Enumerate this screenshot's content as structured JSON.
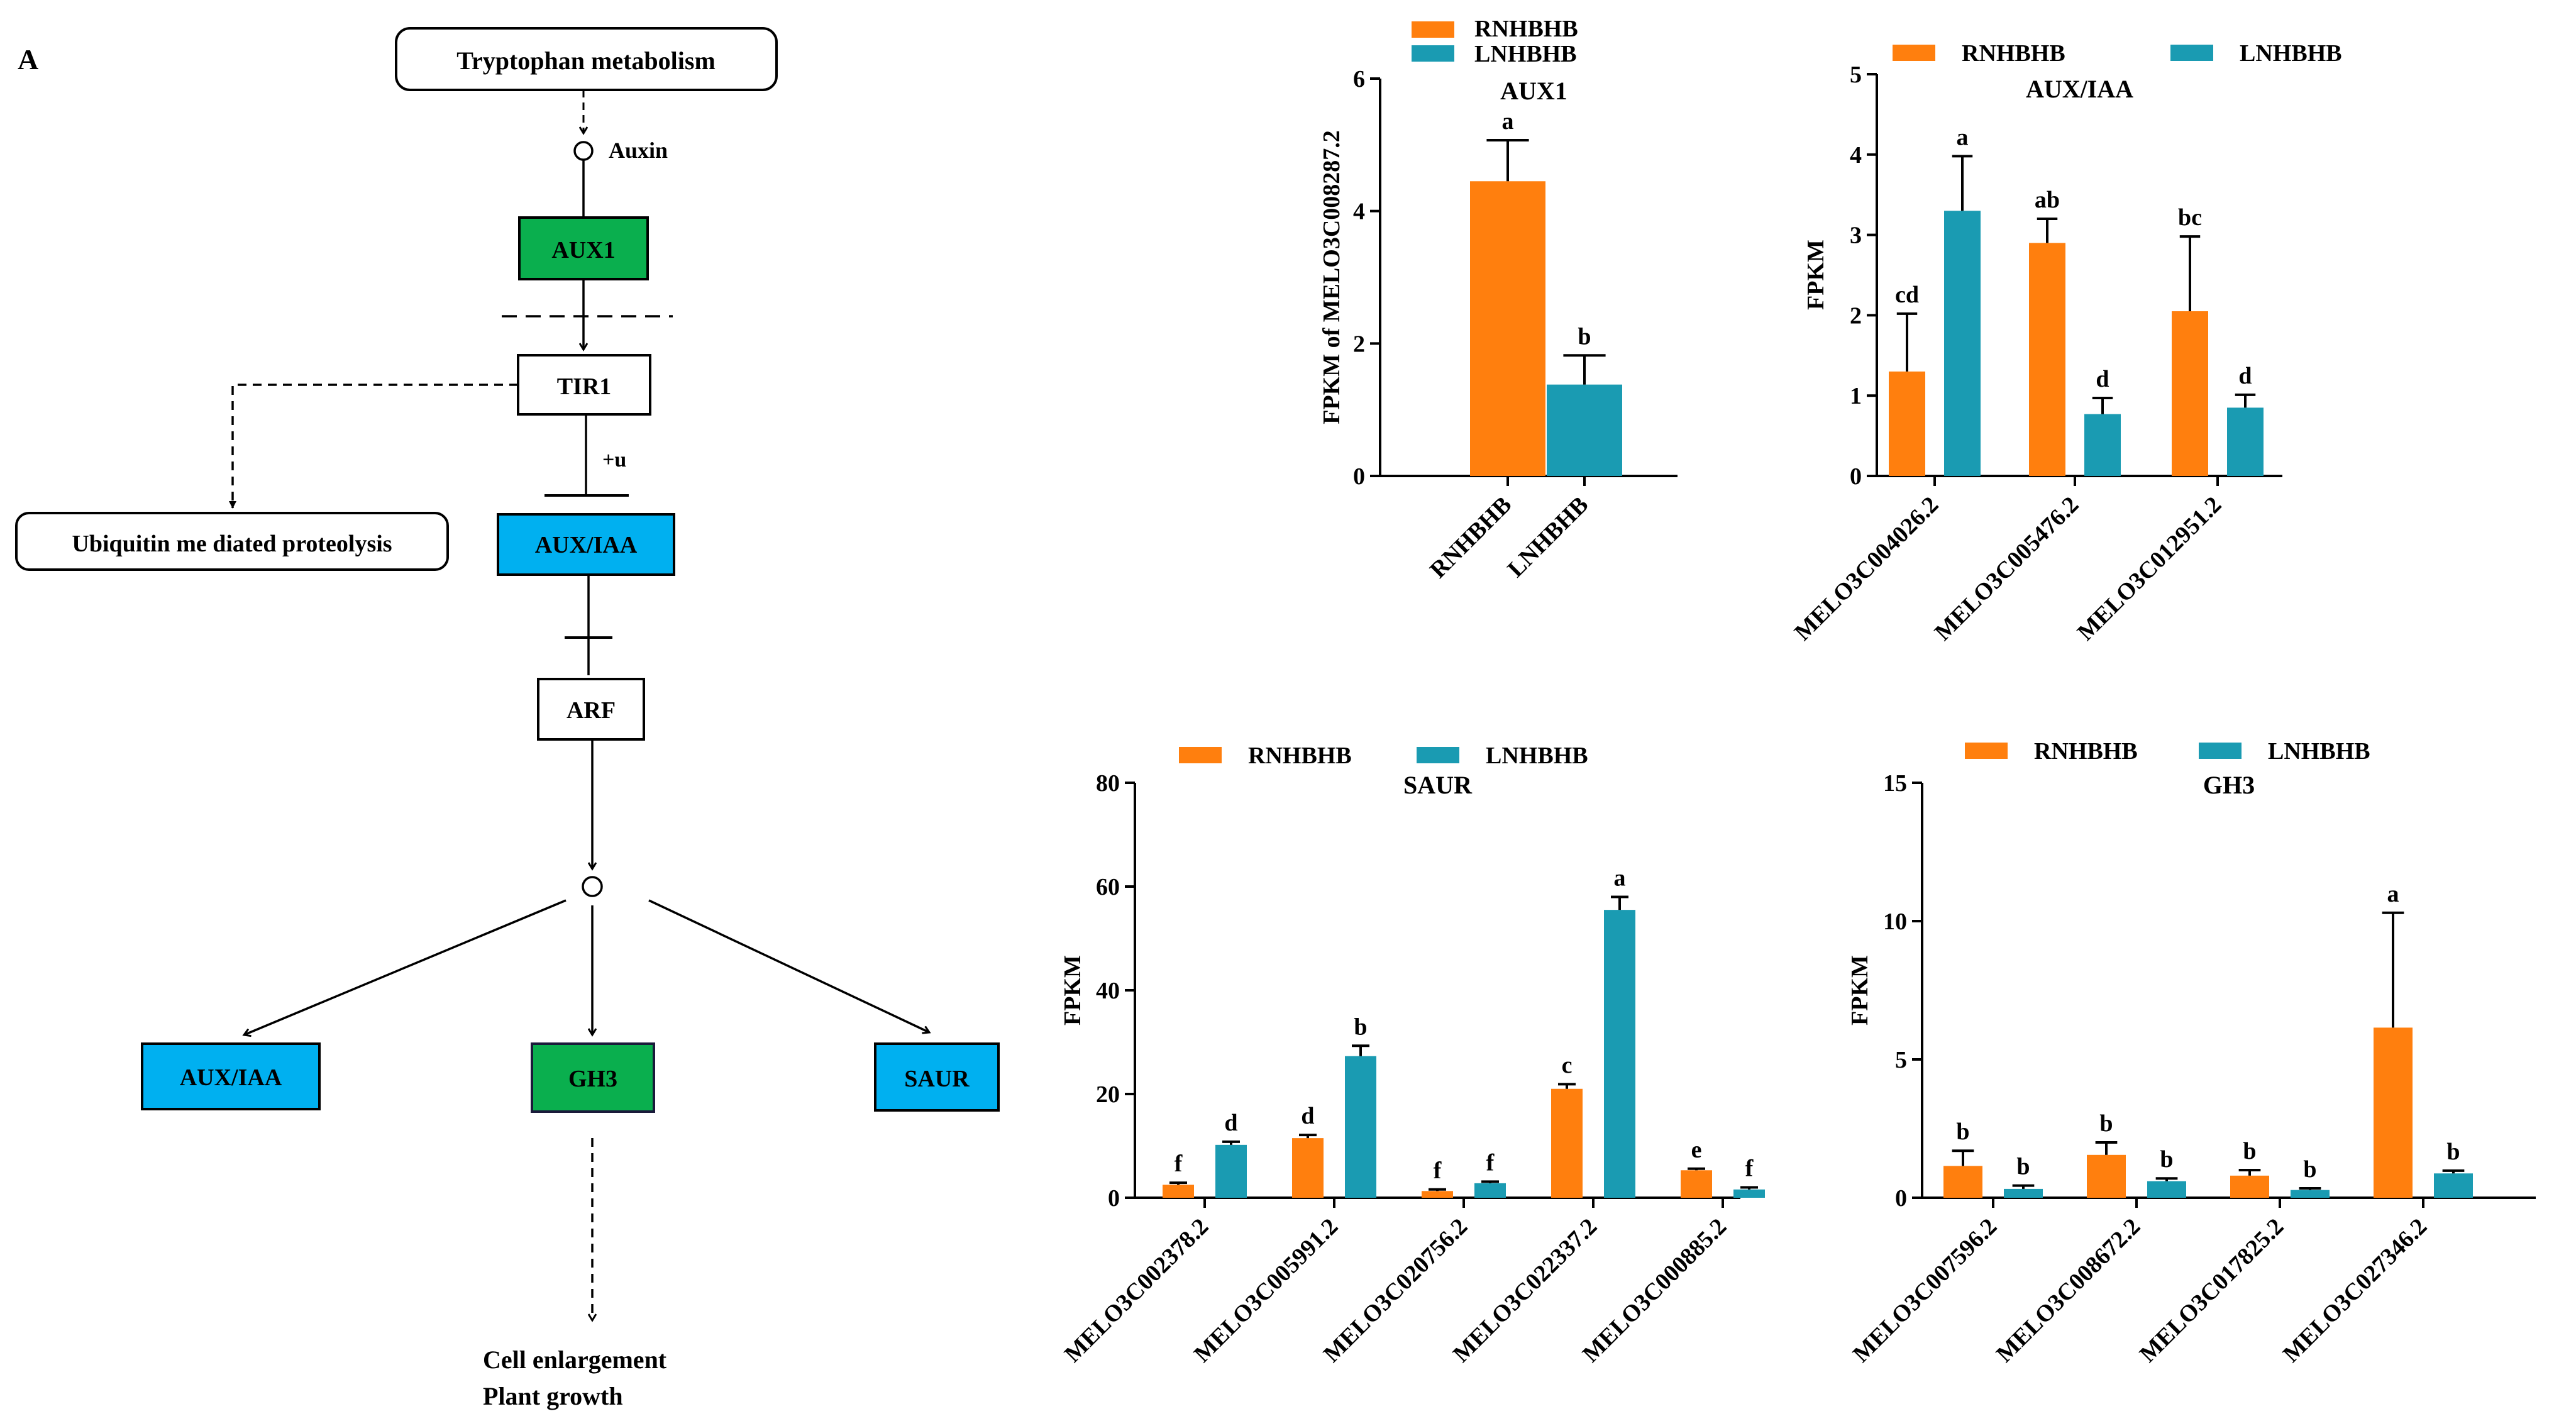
{
  "panel_label": "A",
  "colors": {
    "rnhbhb": "#FF7F0E",
    "lnhbhb": "#1A9BB2",
    "green_box": "#0AAF4E",
    "blue_box": "#00B0F0"
  },
  "diagram": {
    "tryptophan": "Tryptophan metabolism",
    "auxin": "Auxin",
    "aux1": "AUX1",
    "tir1": "TIR1",
    "ubiquitin": "Ubiquitin me diated proteolysis",
    "plus_u": "+u",
    "auxiaa": "AUX/IAA",
    "arf": "ARF",
    "out_auxiaa": "AUX/IAA",
    "out_gh3": "GH3",
    "out_saur": "SAUR",
    "outcome_1": "Cell enlargement",
    "outcome_2": "Plant growth"
  },
  "chart_data": [
    {
      "type": "bar",
      "title": "AUX1",
      "ylabel": "FPKM of MELO3C008287.2",
      "categories": [
        "RNHBHB",
        "LNHBHB"
      ],
      "ylim": [
        0,
        6
      ],
      "yticks": [
        0,
        2,
        4,
        6
      ],
      "series": [
        {
          "name": "RNHBHB",
          "values": [
            4.45,
            null
          ],
          "errors": [
            0.62,
            null
          ],
          "letters": [
            "a",
            ""
          ]
        },
        {
          "name": "LNHBHB",
          "values": [
            null,
            1.38
          ],
          "errors": [
            null,
            0.44
          ],
          "letters": [
            "",
            "b"
          ]
        }
      ]
    },
    {
      "type": "bar",
      "title": "AUX/IAA",
      "ylabel": "FPKM",
      "categories": [
        "MELO3C004026.2",
        "MELO3C005476.2",
        "MELO3C012951.2"
      ],
      "ylim": [
        0,
        5
      ],
      "yticks": [
        0,
        1,
        2,
        3,
        4,
        5
      ],
      "series": [
        {
          "name": "RNHBHB",
          "values": [
            1.3,
            2.9,
            2.05
          ],
          "errors": [
            0.72,
            0.3,
            0.93
          ],
          "letters": [
            "cd",
            "ab",
            "bc"
          ]
        },
        {
          "name": "LNHBHB",
          "values": [
            3.3,
            0.77,
            0.85
          ],
          "errors": [
            0.68,
            0.2,
            0.16
          ],
          "letters": [
            "a",
            "d",
            "d"
          ]
        }
      ]
    },
    {
      "type": "bar",
      "title": "SAUR",
      "ylabel": "FPKM",
      "categories": [
        "MELO3C002378.2",
        "MELO3C005991.2",
        "MELO3C020756.2",
        "MELO3C022337.2",
        "MELO3C000885.2"
      ],
      "ylim": [
        0,
        80
      ],
      "yticks": [
        0,
        20,
        40,
        60,
        80
      ],
      "series": [
        {
          "name": "RNHBHB",
          "values": [
            2.5,
            11.5,
            1.3,
            21.0,
            5.3
          ],
          "errors": [
            0.4,
            0.6,
            0.3,
            0.9,
            0.3
          ],
          "letters": [
            "f",
            "d",
            "f",
            "c",
            "e"
          ]
        },
        {
          "name": "LNHBHB",
          "values": [
            10.2,
            27.3,
            2.8,
            55.5,
            1.6
          ],
          "errors": [
            0.6,
            2.0,
            0.3,
            2.5,
            0.4
          ],
          "letters": [
            "d",
            "b",
            "f",
            "a",
            "f"
          ]
        }
      ]
    },
    {
      "type": "bar",
      "title": "GH3",
      "ylabel": "FPKM",
      "categories": [
        "MELO3C007596.2",
        "MELO3C008672.2",
        "MELO3C017825.2",
        "MELO3C027346.2"
      ],
      "ylim": [
        0,
        15
      ],
      "yticks": [
        0,
        5,
        10,
        15
      ],
      "series": [
        {
          "name": "RNHBHB",
          "values": [
            1.15,
            1.55,
            0.8,
            6.15
          ],
          "errors": [
            0.55,
            0.45,
            0.2,
            4.15
          ],
          "letters": [
            "b",
            "b",
            "b",
            "a"
          ]
        },
        {
          "name": "LNHBHB",
          "values": [
            0.32,
            0.6,
            0.28,
            0.88
          ],
          "errors": [
            0.12,
            0.1,
            0.06,
            0.1
          ],
          "letters": [
            "b",
            "b",
            "b",
            "b"
          ]
        }
      ]
    }
  ]
}
